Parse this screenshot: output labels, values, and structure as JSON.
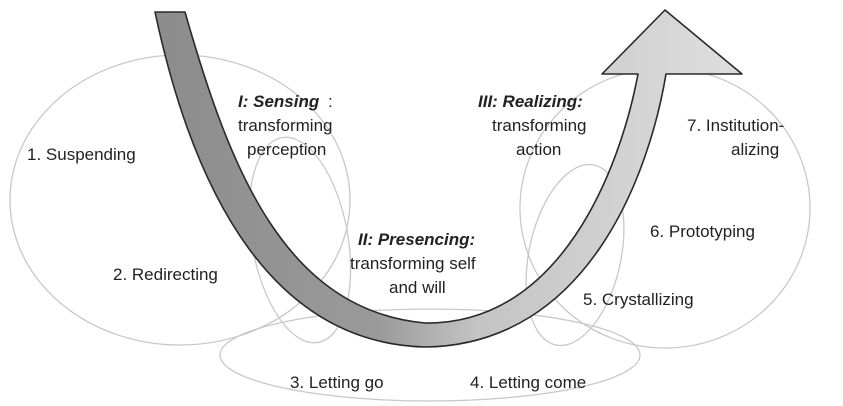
{
  "phases": {
    "sensing": {
      "title": "I: Sensing",
      "colon": ":",
      "line1": "transforming",
      "line2": "perception"
    },
    "presencing": {
      "title": "II: Presencing:",
      "line1": "transforming self",
      "line2": "and will"
    },
    "realizing": {
      "title": "III: Realizing:",
      "line1": "transforming",
      "line2": "action"
    }
  },
  "steps": {
    "s1": "1. Suspending",
    "s2": "2. Redirecting",
    "s3": "3. Letting go",
    "s4": "4. Letting come",
    "s5": "5. Crystallizing",
    "s6": "6. Prototyping",
    "s7a": "7. Institution-",
    "s7b": "alizing"
  },
  "colors": {
    "arrow_left": "#8c8c8c",
    "arrow_right": "#dcdcdc",
    "outline": "#2a2a2a",
    "oval": "#c8c8c8"
  }
}
